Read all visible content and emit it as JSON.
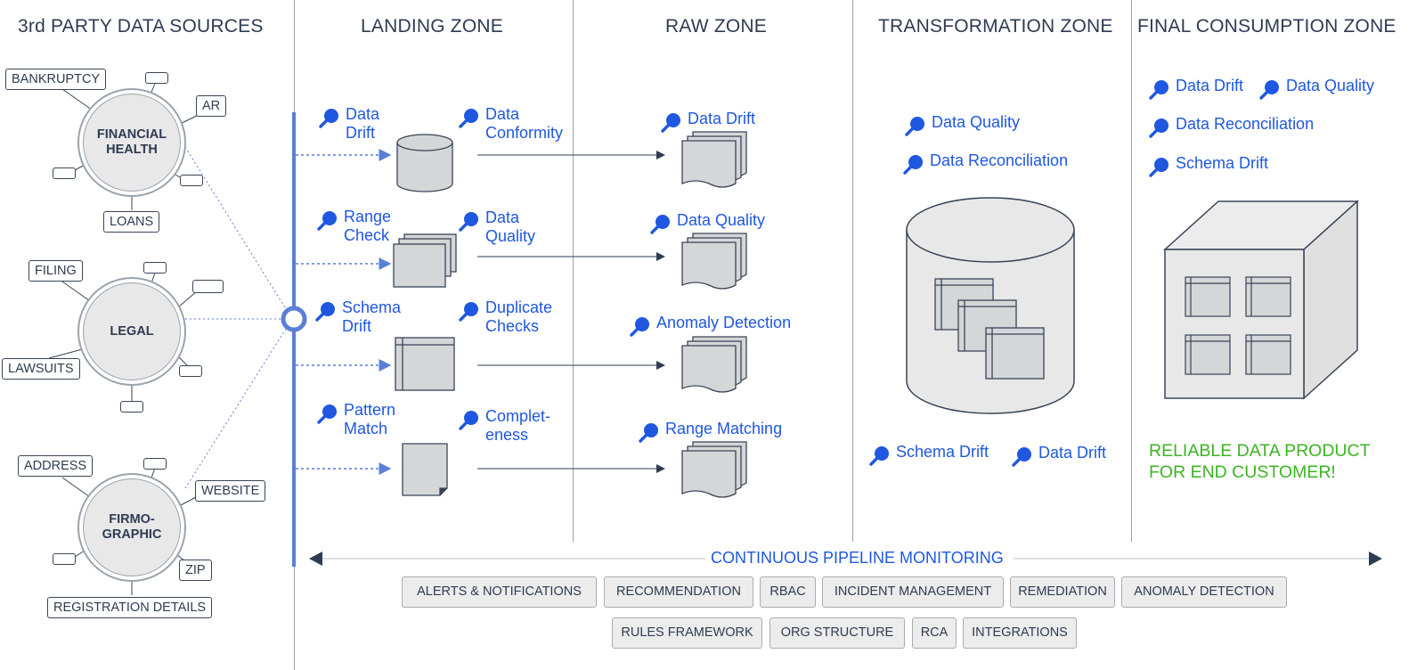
{
  "zones": {
    "sources": "3rd PARTY DATA SOURCES",
    "landing": "LANDING ZONE",
    "raw": "RAW ZONE",
    "transformation": "TRANSFORMATION ZONE",
    "consumption": "FINAL CONSUMPTION ZONE"
  },
  "sources": {
    "financial": {
      "hub": "FINANCIAL\nHEALTH",
      "tags": [
        "BANKRUPTCY",
        "AR",
        "LOANS"
      ]
    },
    "legal": {
      "hub": "LEGAL",
      "tags": [
        "FILING",
        "LAWSUITS"
      ]
    },
    "firmographic": {
      "hub": "FIRMO-\nGRAPHIC",
      "tags": [
        "ADDRESS",
        "WEBSITE",
        "ZIP",
        "REGISTRATION DETAILS"
      ]
    }
  },
  "landing_checks": {
    "row1": [
      "Data\nDrift",
      "Data\nConformity"
    ],
    "row2": [
      "Range\nCheck",
      "Data\nQuality"
    ],
    "row3": [
      "Schema\nDrift",
      "Duplicate\nChecks"
    ],
    "row4": [
      "Pattern\nMatch",
      "Complet-\neness"
    ]
  },
  "raw_checks": [
    "Data Drift",
    "Data Quality",
    "Anomaly Detection",
    "Range Matching"
  ],
  "transformation_checks": {
    "top": [
      "Data Quality",
      "Data Reconciliation"
    ],
    "bottom": [
      "Schema Drift",
      "Data Drift"
    ]
  },
  "consumption_checks": [
    "Data Drift",
    "Data Quality",
    "Data Reconciliation",
    "Schema Drift"
  ],
  "reliable": "RELIABLE DATA PRODUCT\nFOR END CUSTOMER!",
  "monitoring": {
    "title": "CONTINUOUS PIPELINE MONITORING",
    "row1": [
      "ALERTS & NOTIFICATIONS",
      "RECOMMENDATION",
      "RBAC",
      "INCIDENT MANAGEMENT",
      "REMEDIATION",
      "ANOMALY DETECTION"
    ],
    "row2": [
      "RULES FRAMEWORK",
      "ORG STRUCTURE",
      "RCA",
      "INTEGRATIONS"
    ]
  },
  "colors": {
    "accent": "#1f57e0",
    "pipeline": "#5b7fd6",
    "success": "#3bb522",
    "line": "#2f3b52",
    "divider": "#9aa3ad"
  }
}
